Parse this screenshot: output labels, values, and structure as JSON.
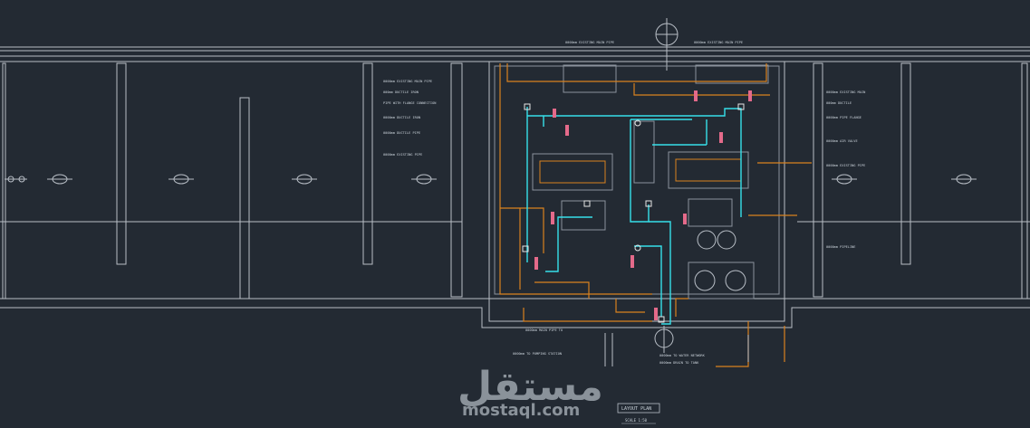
{
  "drawing": {
    "title": "LAYOUT PLAN",
    "scale": "SCALE 1:50",
    "colors": {
      "background": "#232a33",
      "wall": "#b8bec6",
      "pipe_cyan": "#36e0ea",
      "pipe_orange": "#d9821f",
      "tag_pink": "#e46a8a",
      "text": "#c9d1d9"
    }
  },
  "left_notes": [
    "0000mm EXISTING MAIN PIPE",
    "000mm DUCTILE IRON",
    "PIPE WITH FLANGE CONNECTION",
    "0000mm DUCTILE IRON",
    "0000mm DUCTILE PIPE",
    "0000mm EXISTING PIPE"
  ],
  "right_notes": [
    "0000mm EXISTING MAIN",
    "000mm DUCTILE",
    "0000mm PIPE FLANGE",
    "0000mm AIR VALVE",
    "0000mm EXISTING PIPE",
    "0000mm PIPELINE"
  ],
  "top_labels": [
    "0000mm EXISTING MAIN PIPE",
    "0000mm EXISTING MAIN PIPE"
  ],
  "bottom_labels": [
    "0000mm MAIN PIPE TO",
    "0000mm TO PUMPING STATION",
    "0000mm TO WATER NETWORK",
    "0000mm DRAIN TO TANK"
  ],
  "watermark": {
    "arabic": "مستقل",
    "latin": "mostaql.com"
  }
}
